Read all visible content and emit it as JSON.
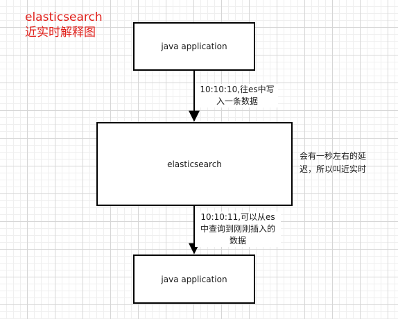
{
  "title": {
    "line1": "elasticsearch",
    "line2": "近实时解释图"
  },
  "nodes": {
    "top": "java application",
    "middle": "elasticsearch",
    "bottom": "java application"
  },
  "edges": {
    "write_label": "10:10:10,往es中写\n入一条数据",
    "query_label": "10:10:11,可以从es\n中查询到刚刚插入的\n数据"
  },
  "note": "会有一秒左右的延\n迟，所以叫近实时",
  "colors": {
    "title": "#e0201b",
    "stroke": "#000000",
    "text": "#1a1a1a"
  }
}
